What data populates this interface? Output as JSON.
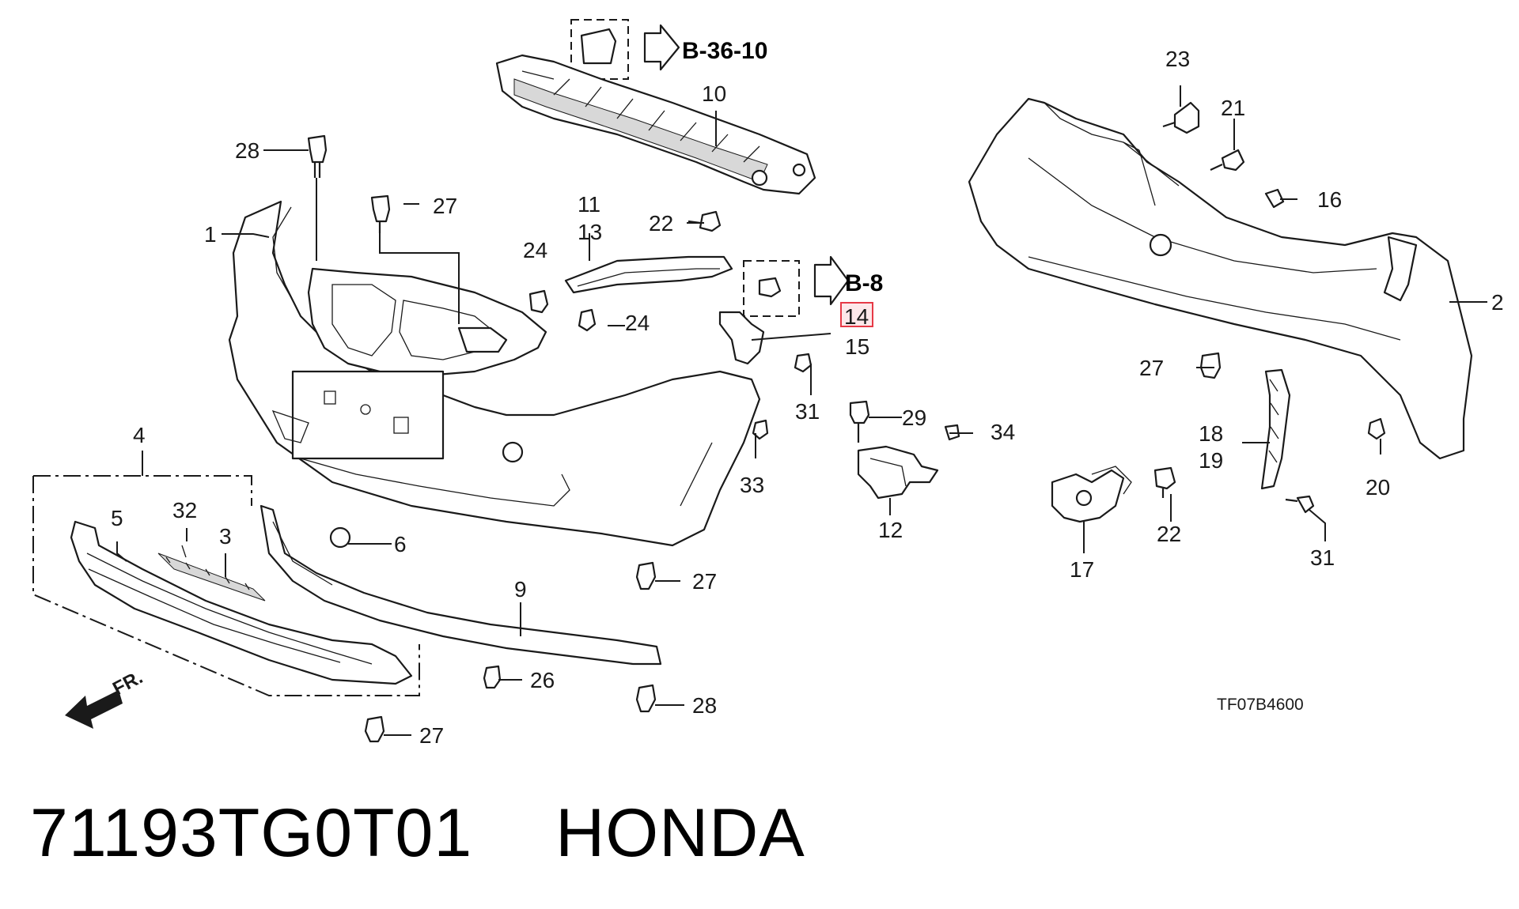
{
  "diagram": {
    "references": [
      "B-36-10",
      "B-8"
    ],
    "highlight_label": "14",
    "diagram_code": "TF07B4600",
    "front_indicator": "FR.",
    "parts": {
      "p1": "1",
      "p2": "2",
      "p3": "3",
      "p4": "4",
      "p5": "5",
      "p6": "6",
      "p9": "9",
      "p10": "10",
      "p11": "11",
      "p12": "12",
      "p13": "13",
      "p15": "15",
      "p16": "16",
      "p17": "17",
      "p18": "18",
      "p19": "19",
      "p20": "20",
      "p21": "21",
      "p22a": "22",
      "p22b": "22",
      "p23": "23",
      "p24a": "24",
      "p24b": "24",
      "p26": "26",
      "p27a": "27",
      "p27b": "27",
      "p27c": "27",
      "p27d": "27",
      "p28a": "28",
      "p28b": "28",
      "p29": "29",
      "p31a": "31",
      "p31b": "31",
      "p32": "32",
      "p33": "33",
      "p34": "34"
    }
  },
  "caption": {
    "part_number": "71193TG0T01",
    "brand": "HONDA"
  }
}
